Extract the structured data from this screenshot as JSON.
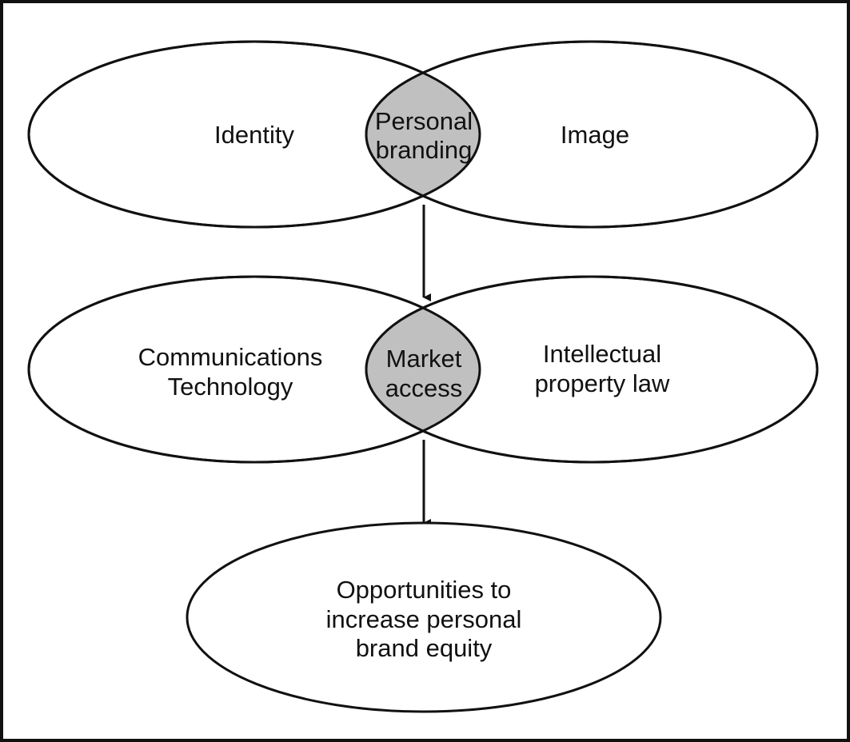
{
  "colors": {
    "stroke": "#111111",
    "ellipse_fill": "#ffffff",
    "overlap_fill": "#c0c0c0",
    "background": "#ffffff"
  },
  "top_venn": {
    "left_label": "Identity",
    "right_label": "Image",
    "overlap_label": [
      "Personal",
      "branding"
    ]
  },
  "middle_venn": {
    "left_label": [
      "Communications",
      "Technology"
    ],
    "right_label": [
      "Intellectual",
      "property law"
    ],
    "overlap_label": [
      "Market",
      "access"
    ]
  },
  "outcome": {
    "label": [
      "Opportunities to",
      "increase personal",
      "brand equity"
    ]
  }
}
